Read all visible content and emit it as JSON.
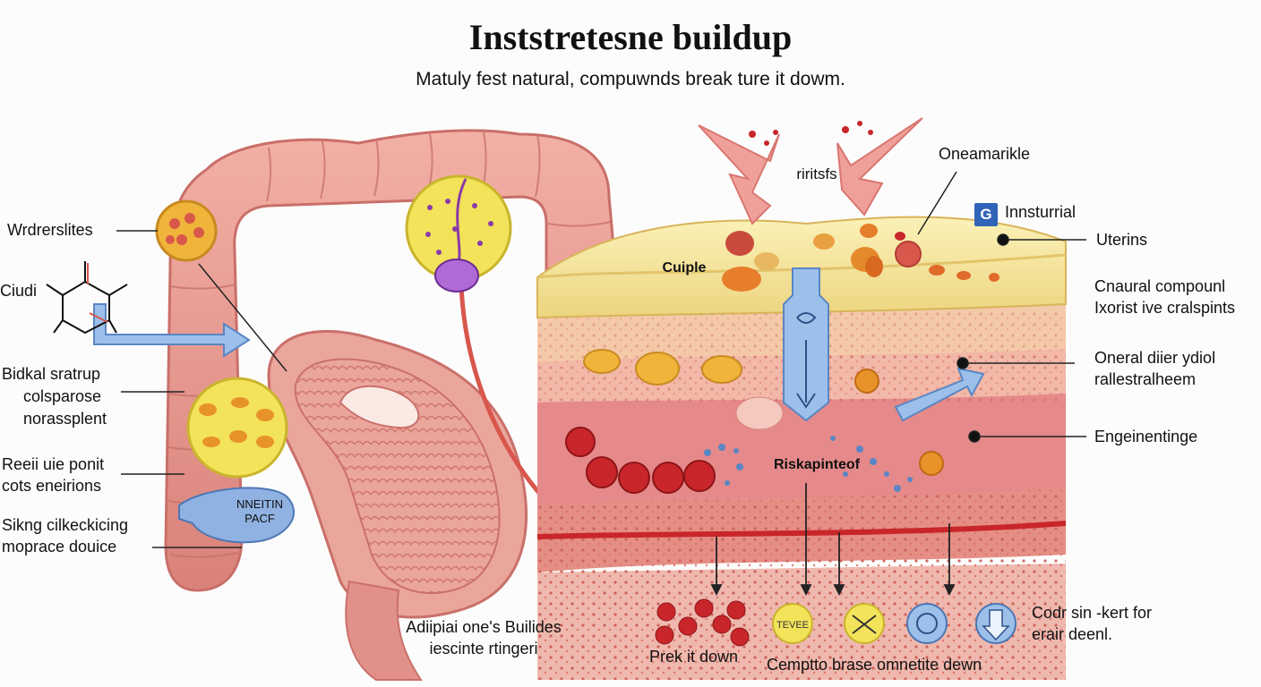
{
  "title": "Inststretesne buildup",
  "subtitle": "Matuly fest natural, compuwnds break ture it dowm.",
  "left_labels": {
    "l1": "Wrdrerslites",
    "l2": "Ciudi",
    "l3a": "Bidkal sratrup",
    "l3b": "colsparose",
    "l3c": "norassplent",
    "l4a": "Reeii uie ponit",
    "l4b": "cots eneirions",
    "l5a": "Sikng cilkeckicing",
    "l5b": "moprace douice"
  },
  "bottom_center": {
    "line1": "Adiipiai one's Builides",
    "line2": "iescinte rtingeri"
  },
  "diagram_labels": {
    "arrows_top": "riritsfs",
    "cuiple": "Cuiple",
    "riskapinteof": "Riskapinteof",
    "pouch_line1": "NNEITIN",
    "pouch_line2": "PACF"
  },
  "right_labels": {
    "oneamarikle": "Oneamarikle",
    "badge": "G",
    "instrurial": "Innsturrial",
    "uterins": "Uterins",
    "cnaural_a": "Cnaural compounl",
    "cnaural_b": "Ixorist ive cralspints",
    "oneral_a": "Oneral diier ydiol",
    "oneral_b": "rallestralheem",
    "engeinentinge": "Engeinentinge"
  },
  "bottom_right": {
    "prek": "Prek it down",
    "cemptto": "Cemptto brase omnetite dewn",
    "codr_a": "Codr sin -kert for",
    "codr_b": "erair deenl.",
    "icon_text": "TEVEE"
  },
  "colors": {
    "intestine": "#e99a92",
    "intestine_dark": "#c96f68",
    "fat_layer": "#f5e7a3",
    "tissue_pink": "#f2b8a8",
    "tissue_red": "#e5898a",
    "blood_cell": "#c8262a",
    "arrow_blue": "#9cc0ea",
    "arrow_pink": "#f0a09a",
    "yellow_circle": "#f3e35a"
  }
}
